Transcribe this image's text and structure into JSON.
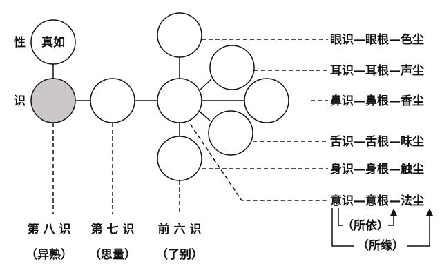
{
  "labels": {
    "xing": "性",
    "shi": "识",
    "zhenru": "真如"
  },
  "columns": [
    {
      "title": "第 八 识",
      "sub": "（异熟）"
    },
    {
      "title": "第 七 识",
      "sub": "（思量）"
    },
    {
      "title": "前 六 识",
      "sub": "（了别）"
    }
  ],
  "six_consciousness": [
    "眼识—眼根—色尘",
    "耳识—耳根—声尘",
    "鼻识—鼻根—香尘",
    "舌识—舌根—味尘",
    "身识—身根—触尘",
    "意识—意根—法尘"
  ],
  "relations": {
    "suoyi": "（所依）",
    "suoyuan": "（所缘）"
  },
  "colors": {
    "eighth_fill": "#cdc8c8",
    "stroke": "#111111",
    "background": "#ffffff"
  }
}
